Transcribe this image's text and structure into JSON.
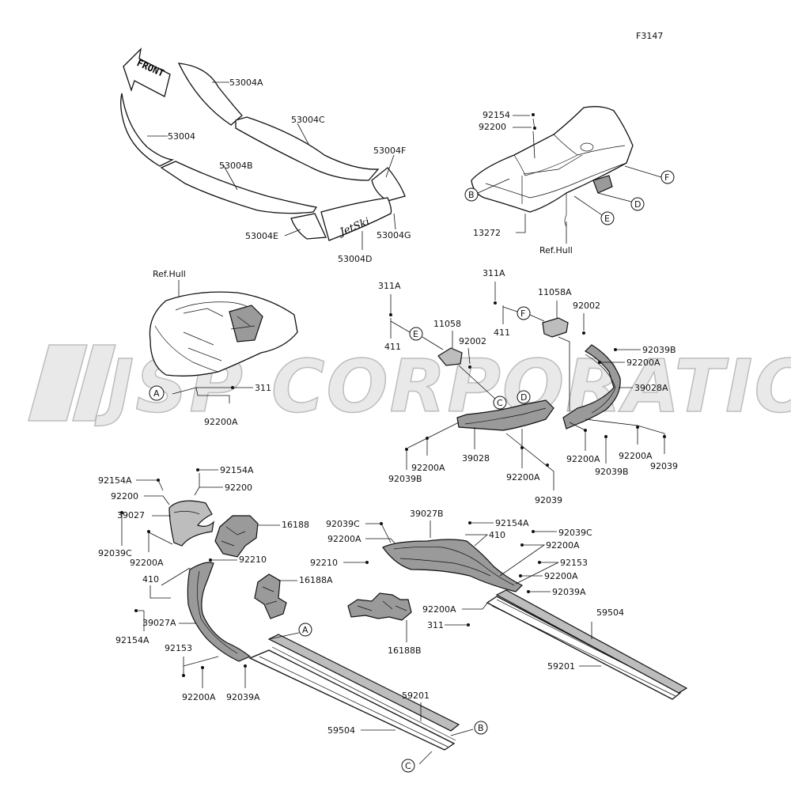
{
  "figure_code": "F3147",
  "watermark": "JSP CORPORATION",
  "front_arrow_text": "FRONT",
  "deck_logo_text": "JetSki",
  "ref_hull": "Ref.Hull",
  "callouts": {
    "A": "A",
    "B": "B",
    "C": "C",
    "D": "D",
    "E": "E",
    "F": "F"
  },
  "labels": {
    "p53004A": "53004A",
    "p53004C": "53004C",
    "p53004": "53004",
    "p53004B": "53004B",
    "p53004F": "53004F",
    "p53004E": "53004E",
    "p53004G": "53004G",
    "p53004D": "53004D",
    "p92154_top": "92154",
    "p92200_top": "92200",
    "p13272": "13272",
    "p311_mid": "311",
    "p92200A_mid": "92200A",
    "p311A_left": "311A",
    "p411_left": "411",
    "p11058": "11058",
    "p92002_left": "92002",
    "p311A_right": "311A",
    "p411_right": "411",
    "p11058A": "11058A",
    "p92002_right": "92002",
    "p92039B_top": "92039B",
    "p92200A_rt1": "92200A",
    "p39028A": "39028A",
    "p92200A_c1": "92200A",
    "p92039B_c1": "92039B",
    "p39028": "39028",
    "p92200A_c2": "92200A",
    "p92039_c2": "92039",
    "p92200A_r2": "92200A",
    "p92039B_r2": "92039B",
    "p92200A_r3": "92200A",
    "p92039_r3": "92039",
    "p92154A_l1": "92154A",
    "p92154A_l2": "92154A",
    "p92200_l1": "92200",
    "p92200_l2": "92200",
    "p39027": "39027",
    "p16188": "16188",
    "p92039C_l": "92039C",
    "p92200A_l": "92200A",
    "p92210_l": "92210",
    "p410_l": "410",
    "p16188A": "16188A",
    "p39027A": "39027A",
    "p92154A_l3": "92154A",
    "p92153_l": "92153",
    "p92200A_b": "92200A",
    "p92039A_b": "92039A",
    "p39027B": "39027B",
    "p92039C_m": "92039C",
    "p92154A_m": "92154A",
    "p92200A_m": "92200A",
    "p410_m": "410",
    "p92039C_r": "92039C",
    "p92200A_r4": "92200A",
    "p92210_m": "92210",
    "p92153_r": "92153",
    "p92200A_r5": "92200A",
    "p92039A_r": "92039A",
    "p92200A_r6": "92200A",
    "p311_r": "311",
    "p16188B": "16188B",
    "p59504_r": "59504",
    "p59201_r": "59201",
    "p59201_b": "59201",
    "p59504_b": "59504"
  }
}
